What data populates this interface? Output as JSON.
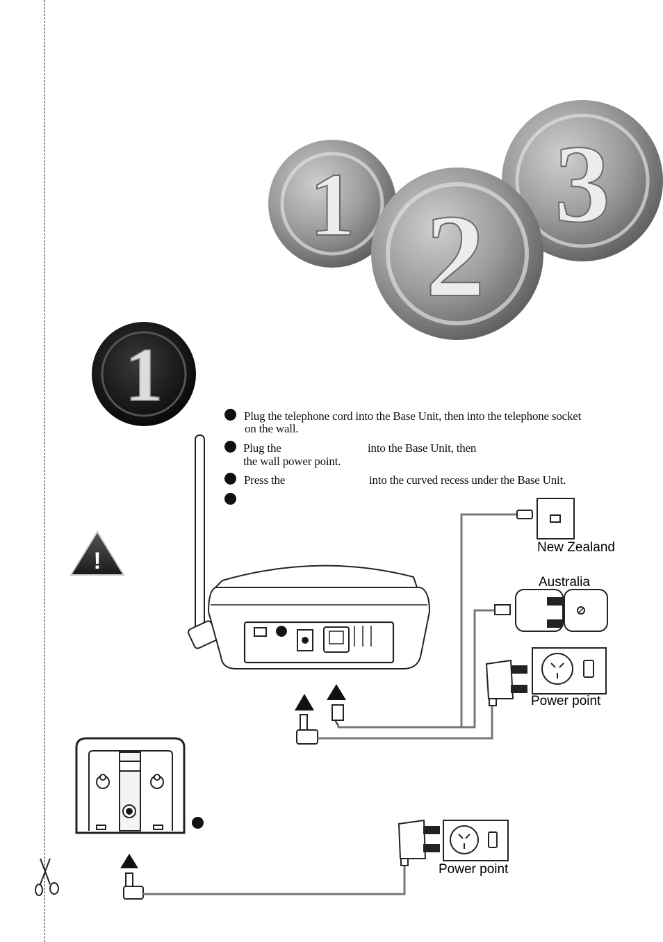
{
  "steps": [
    {
      "line1": "Plug the telephone cord into the Base Unit, then into the telephone socket",
      "line2": "on the wall."
    },
    {
      "part1": "Plug the",
      "part2": "into the Base Unit, then",
      "line2": "the wall power point."
    },
    {
      "part1": "Press the",
      "part2": "into the curved recess under the Base Unit."
    },
    {
      "line1": ""
    }
  ],
  "labels": {
    "new_zealand": "New Zealand",
    "australia": "Australia",
    "power_point_1": "Power point",
    "power_point_2": "Power point"
  },
  "big_numbers": [
    "1",
    "2",
    "3"
  ],
  "step_badge": "1",
  "warning_symbol": "!",
  "colors": {
    "badge_black": "#111111",
    "number_gray": "#8a8a8a",
    "wire": "#777777"
  }
}
